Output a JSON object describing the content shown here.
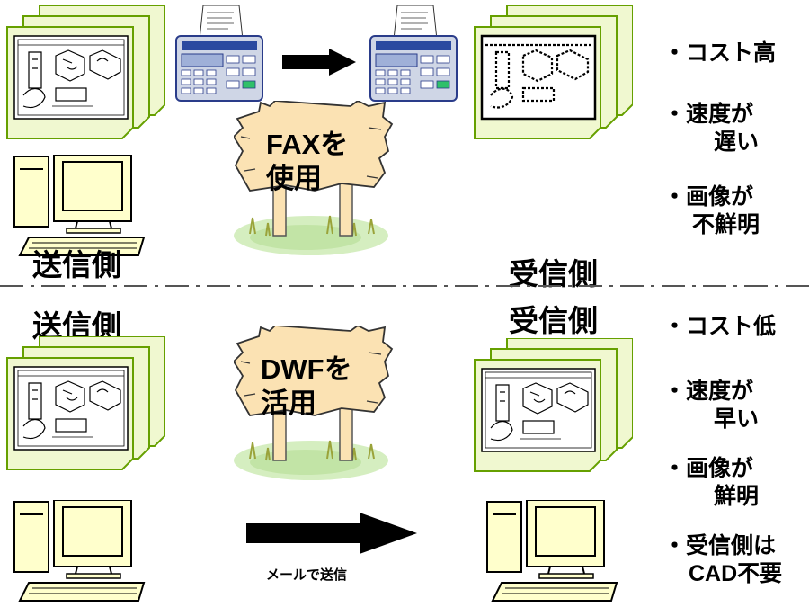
{
  "fax_section": {
    "sign_lines": [
      "FAXを",
      "使用"
    ],
    "sender_label": "送信側",
    "receiver_label": "受信側",
    "points": [
      {
        "lines": [
          "・コスト高"
        ]
      },
      {
        "lines": [
          "・速度が",
          "遅い"
        ]
      },
      {
        "lines": [
          "・画像が",
          "不鮮明"
        ]
      }
    ]
  },
  "dwf_section": {
    "sign_lines": [
      "DWFを",
      "活用"
    ],
    "sender_label": "送信側",
    "receiver_label": "受信側",
    "arrow_caption": "メールで送信",
    "points": [
      {
        "lines": [
          "・コスト低"
        ]
      },
      {
        "lines": [
          "・速度が",
          "早い"
        ]
      },
      {
        "lines": [
          "・画像が",
          "鮮明"
        ]
      },
      {
        "lines": [
          "・受信側は",
          "CAD不要"
        ]
      }
    ]
  },
  "icons": {
    "drawing_sheets": "stacked-drawing-sheets-icon",
    "fax_machine": "fax-machine-icon",
    "computer": "desktop-computer-icon",
    "sign": "wooden-signboard-icon"
  },
  "colors": {
    "sheet_fill": "#f0f8d0",
    "sheet_border": "#66a000",
    "sign_wood": "#fbe2b3",
    "computer_fill": "#ffffcc",
    "arrow": "#000000",
    "divider": "#555555"
  }
}
